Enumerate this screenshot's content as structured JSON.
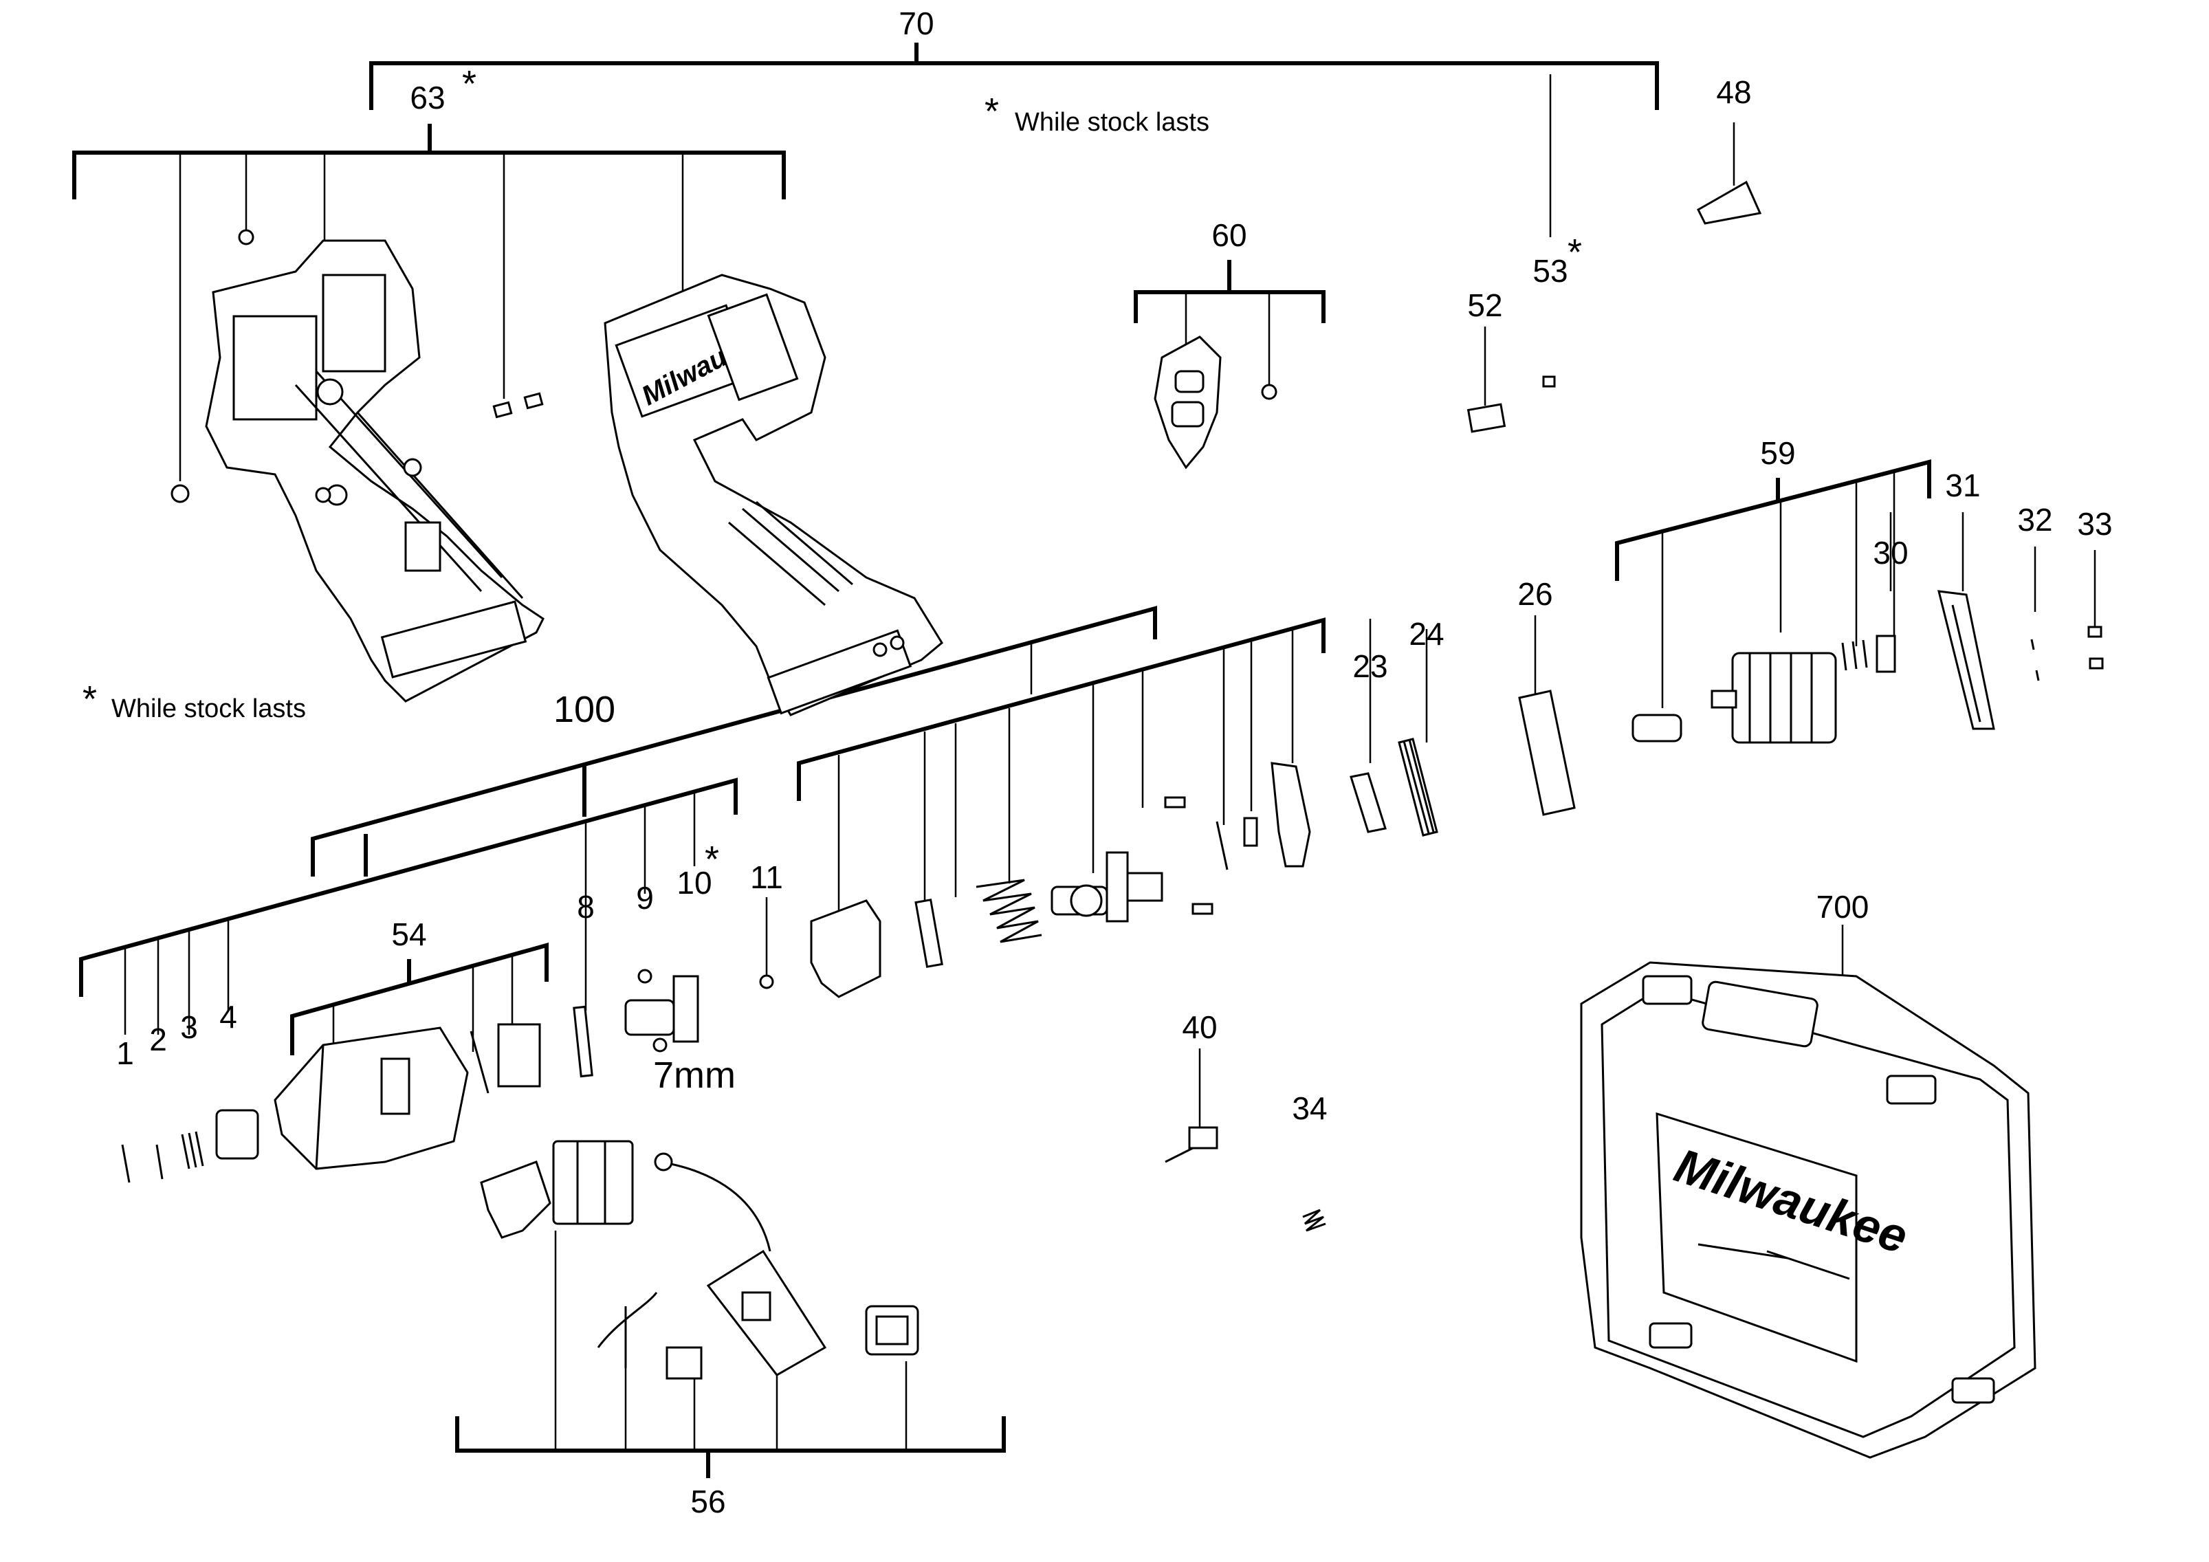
{
  "notes": {
    "while_stock_lasts_top": "While stock lasts",
    "while_stock_lasts_left": "While stock lasts",
    "asterisk": "*"
  },
  "labels": {
    "p70": "70",
    "p63": "63",
    "p48": "48",
    "p60": "60",
    "p53": "53",
    "p52": "52",
    "p59": "59",
    "p31": "31",
    "p32": "32",
    "p33": "33",
    "p30": "30",
    "p26": "26",
    "p24": "24",
    "p23": "23",
    "p100": "100",
    "p54": "54",
    "p8": "8",
    "p9": "9",
    "p10": "10",
    "p11": "11",
    "p1": "1",
    "p2": "2",
    "p3": "3",
    "p4": "4",
    "p7mm": "7mm",
    "p40": "40",
    "p34": "34",
    "p700": "700",
    "p56": "56"
  },
  "brand": {
    "logo_text": "Milwaukee"
  }
}
